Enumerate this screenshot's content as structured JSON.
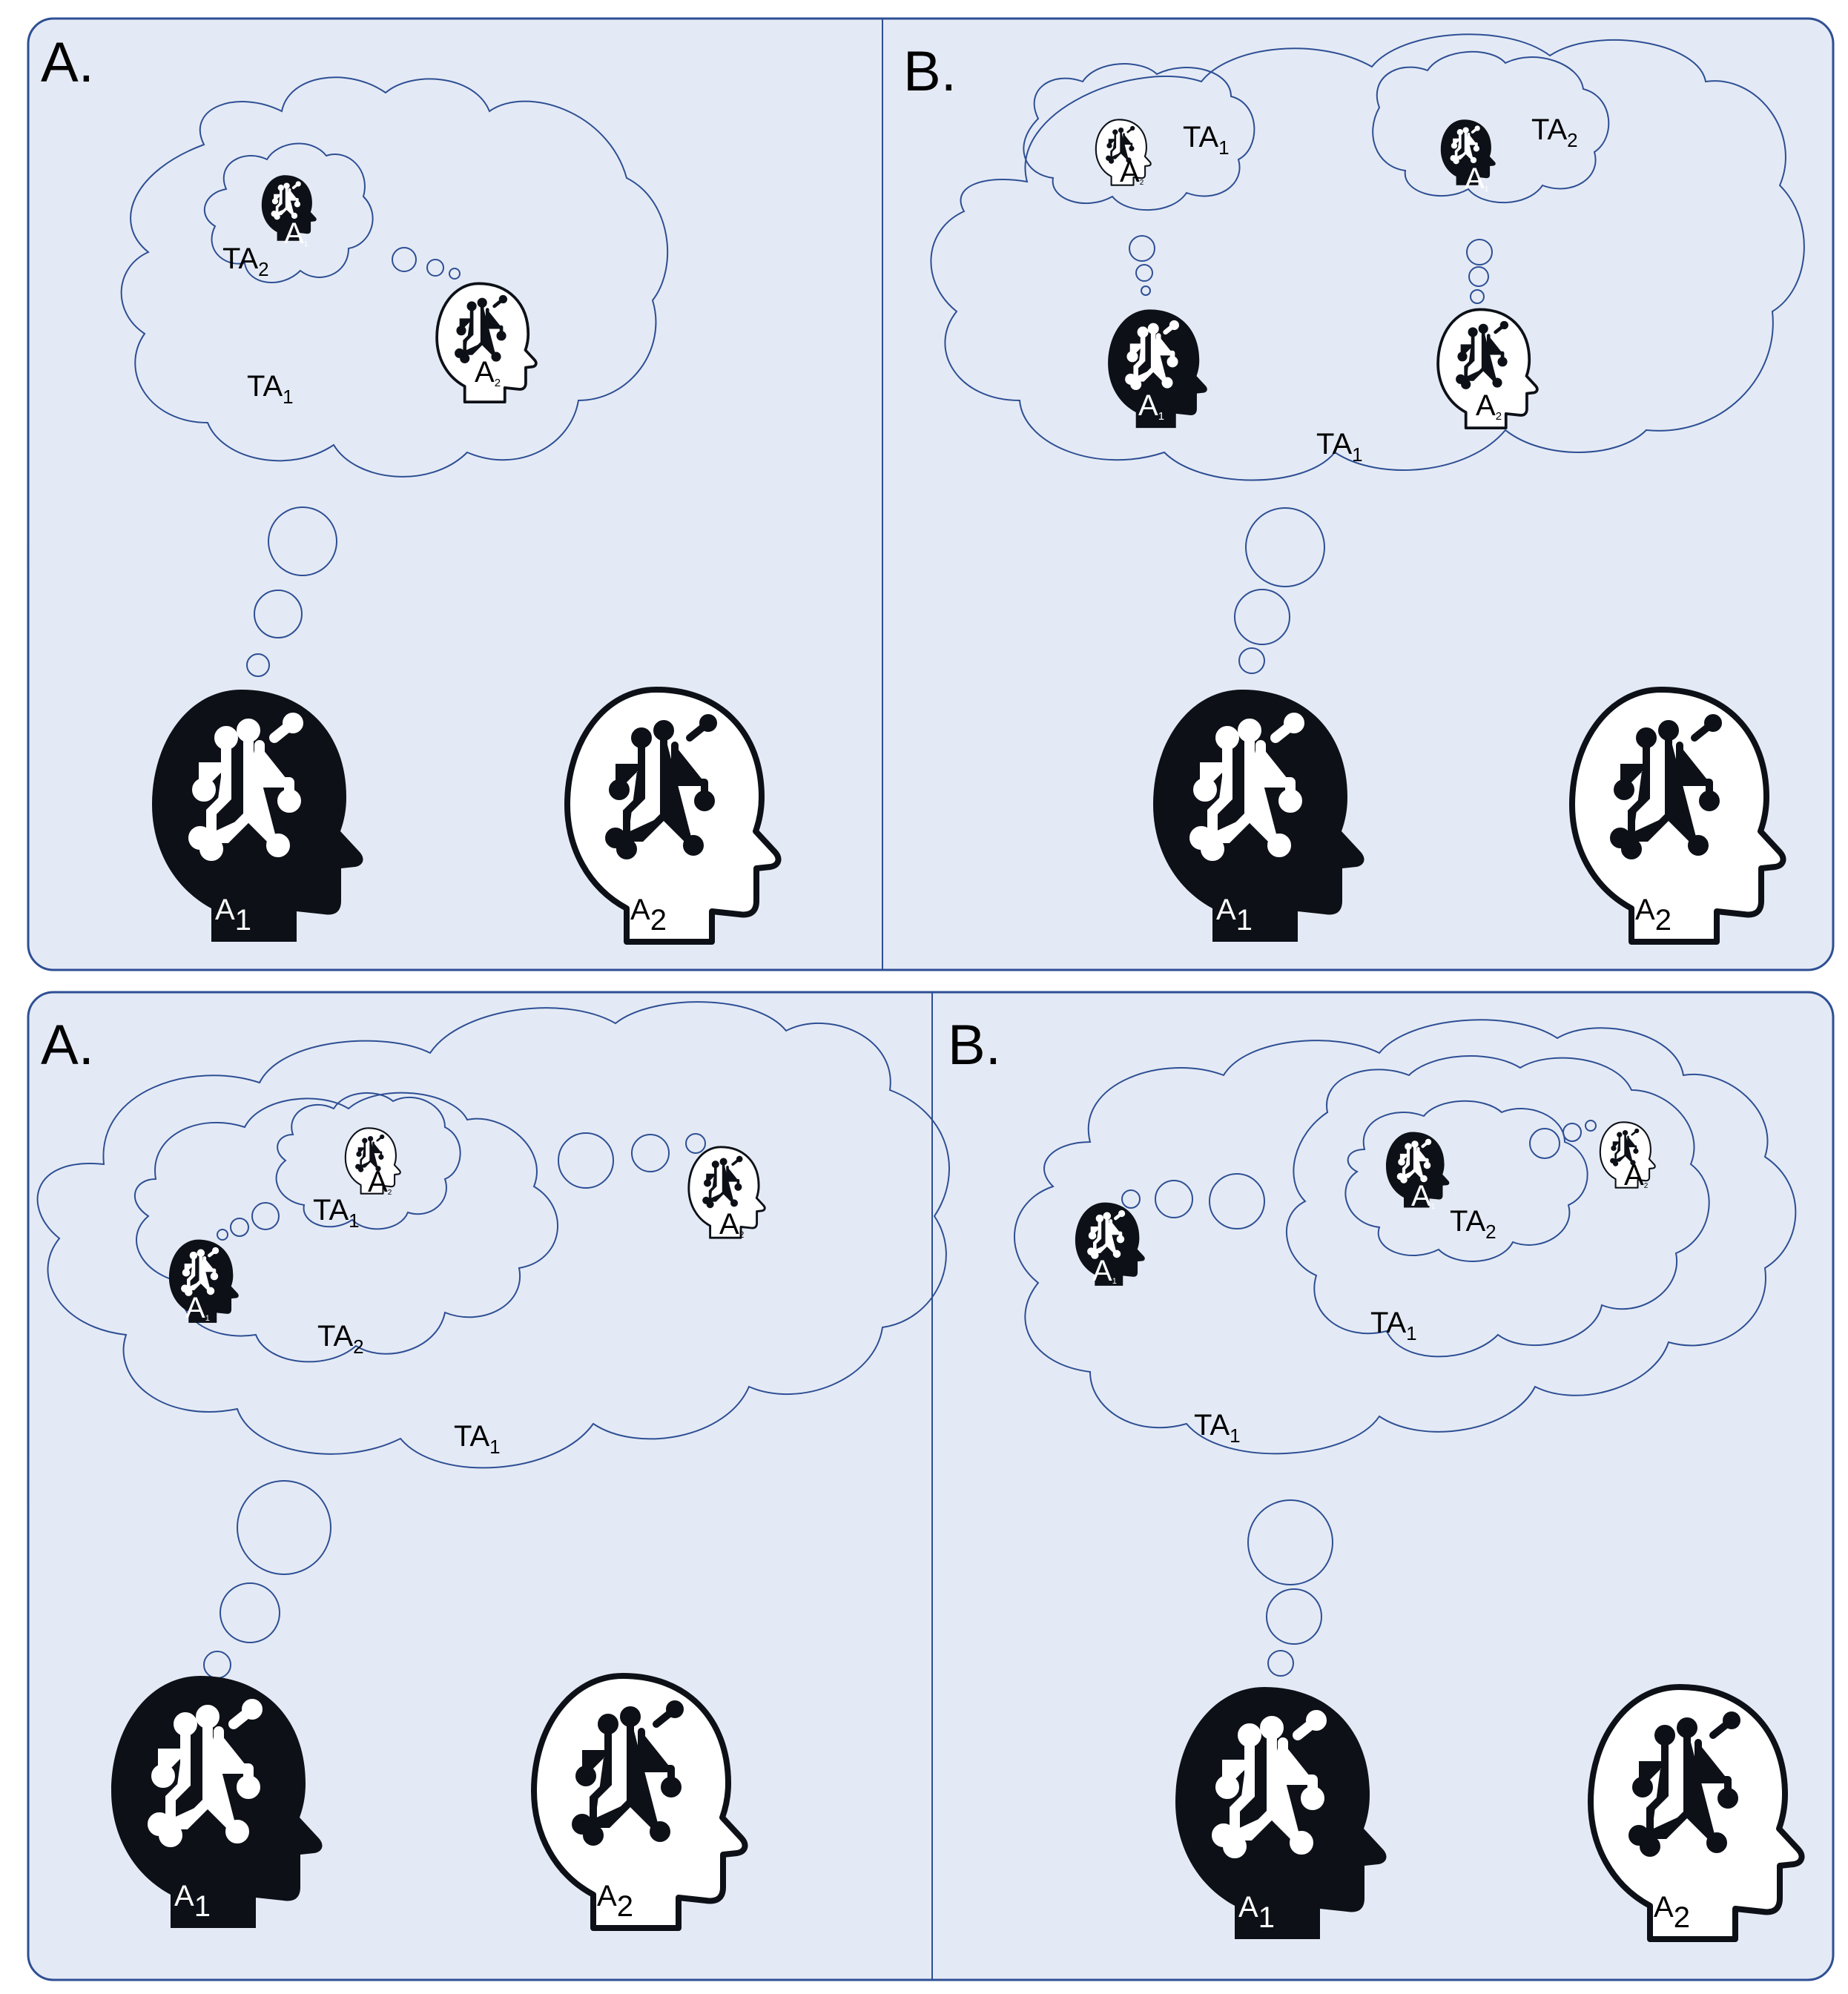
{
  "colors": {
    "panel_fill": "#e4eaf5",
    "panel_border": "#2e4f94",
    "cloud_stroke": "#2e4f94",
    "head_dark": "#0d1117",
    "head_light": "#ffffff"
  },
  "icons": {
    "agent_1": "dark-circuit-head-icon",
    "agent_2": "outline-circuit-head-icon"
  },
  "top": {
    "A": {
      "letter": "A.",
      "head_a1_label": {
        "base": "A",
        "sub": "1"
      },
      "head_a2_label": {
        "base": "A",
        "sub": "2"
      },
      "cloud_outer": {
        "base": "TA",
        "sub": "1"
      },
      "cloud_inner": {
        "base": "TA",
        "sub": "2"
      },
      "mini_head_a1": {
        "base": "A",
        "sub": "1"
      },
      "mini_head_a2": {
        "base": "A",
        "sub": "2"
      }
    },
    "B": {
      "letter": "B.",
      "head_a1_label": {
        "base": "A",
        "sub": "1"
      },
      "head_a2_label": {
        "base": "A",
        "sub": "2"
      },
      "cloud_outer": {
        "base": "TA",
        "sub": "1"
      },
      "cloud_left": {
        "base": "TA",
        "sub": "1"
      },
      "cloud_right": {
        "base": "TA",
        "sub": "2"
      },
      "mini_head_a1": {
        "base": "A",
        "sub": "1"
      },
      "mini_head_a2": {
        "base": "A",
        "sub": "2"
      },
      "tiny_head_a1": {
        "base": "A",
        "sub": "1"
      },
      "tiny_head_a2": {
        "base": "A",
        "sub": "2"
      }
    }
  },
  "bottom": {
    "A": {
      "letter": "A.",
      "head_a1_label": {
        "base": "A",
        "sub": "1"
      },
      "head_a2_label": {
        "base": "A",
        "sub": "2"
      },
      "cloud_outer": {
        "base": "TA",
        "sub": "1"
      },
      "cloud_middle": {
        "base": "TA",
        "sub": "2"
      },
      "cloud_inner": {
        "base": "TA",
        "sub": "1"
      },
      "mini_head_a1": {
        "base": "A",
        "sub": "1"
      },
      "mini_head_a2_right": {
        "base": "A",
        "sub": "2"
      },
      "tiny_head_a2": {
        "base": "A",
        "sub": "2"
      }
    },
    "B": {
      "letter": "B.",
      "head_a1_label": {
        "base": "A",
        "sub": "1"
      },
      "head_a2_label": {
        "base": "A",
        "sub": "2"
      },
      "cloud_outer": {
        "base": "TA",
        "sub": "1"
      },
      "cloud_middle": {
        "base": "TA",
        "sub": "1"
      },
      "cloud_inner": {
        "base": "TA",
        "sub": "2"
      },
      "mini_head_a1_left": {
        "base": "A",
        "sub": "1"
      },
      "tiny_head_a1": {
        "base": "A",
        "sub": "1"
      },
      "tiny_head_a2": {
        "base": "A",
        "sub": "2"
      }
    }
  }
}
